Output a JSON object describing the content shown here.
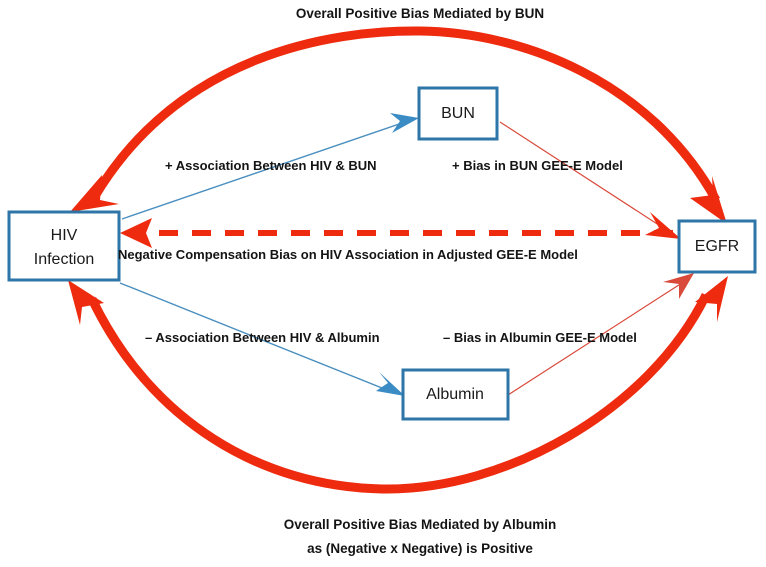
{
  "diagram": {
    "title_top": "Overall Positive Bias Mediated by BUN",
    "title_bottom_line1": "Overall Positive Bias Mediated by Albumin",
    "title_bottom_line2": "as (Negative x Negative) is Positive",
    "nodes": [
      {
        "id": "hiv",
        "label_line1": "HIV",
        "label_line2": "Infection"
      },
      {
        "id": "bun",
        "label": "BUN"
      },
      {
        "id": "albumin",
        "label": "Albumin"
      },
      {
        "id": "egfr",
        "label": "EGFR"
      }
    ],
    "edge_labels": {
      "hiv_bun": "+ Association Between HIV & BUN",
      "bun_egfr": "+ Bias in BUN GEE-E Model",
      "hiv_egfr_dashed": "Negative Compensation Bias on HIV  Association in Adjusted GEE-E Model",
      "hiv_albumin": "– Association Between HIV & Albumin",
      "albumin_egfr": "– Bias in Albumin GEE-E Model"
    },
    "colors": {
      "node_border": "#2E75A8",
      "thick_arrow": "#EE2B0E",
      "blue_arrow": "#4A8FBF",
      "red_thin_arrow": "#D94A3A",
      "text": "#141414",
      "background": "#FFFFFF"
    }
  }
}
